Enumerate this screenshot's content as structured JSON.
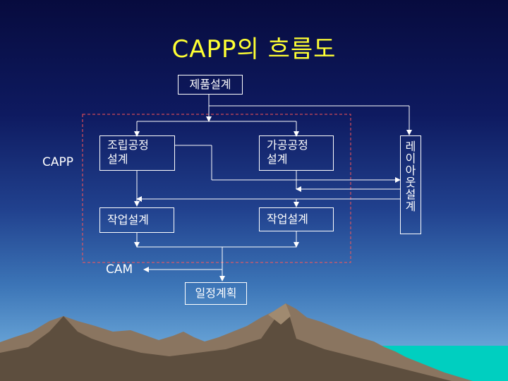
{
  "title": "CAPP의 흐름도",
  "boxes": {
    "product_design": "제품설계",
    "assembly_process": [
      "조립공정",
      "설계"
    ],
    "machining_process": [
      "가공공정",
      "설계"
    ],
    "work_design_left": "작업설계",
    "work_design_right": "작업설계",
    "schedule": "일정계획"
  },
  "labels": {
    "capp": "CAPP",
    "cam": "CAM"
  },
  "layout_design": "레이아웃설계",
  "colors": {
    "title": "#ffff33",
    "line": "#ffffff",
    "dashed_border": "#ff5555",
    "ground": "#2a2e1e",
    "sea": "#00d8c8"
  }
}
